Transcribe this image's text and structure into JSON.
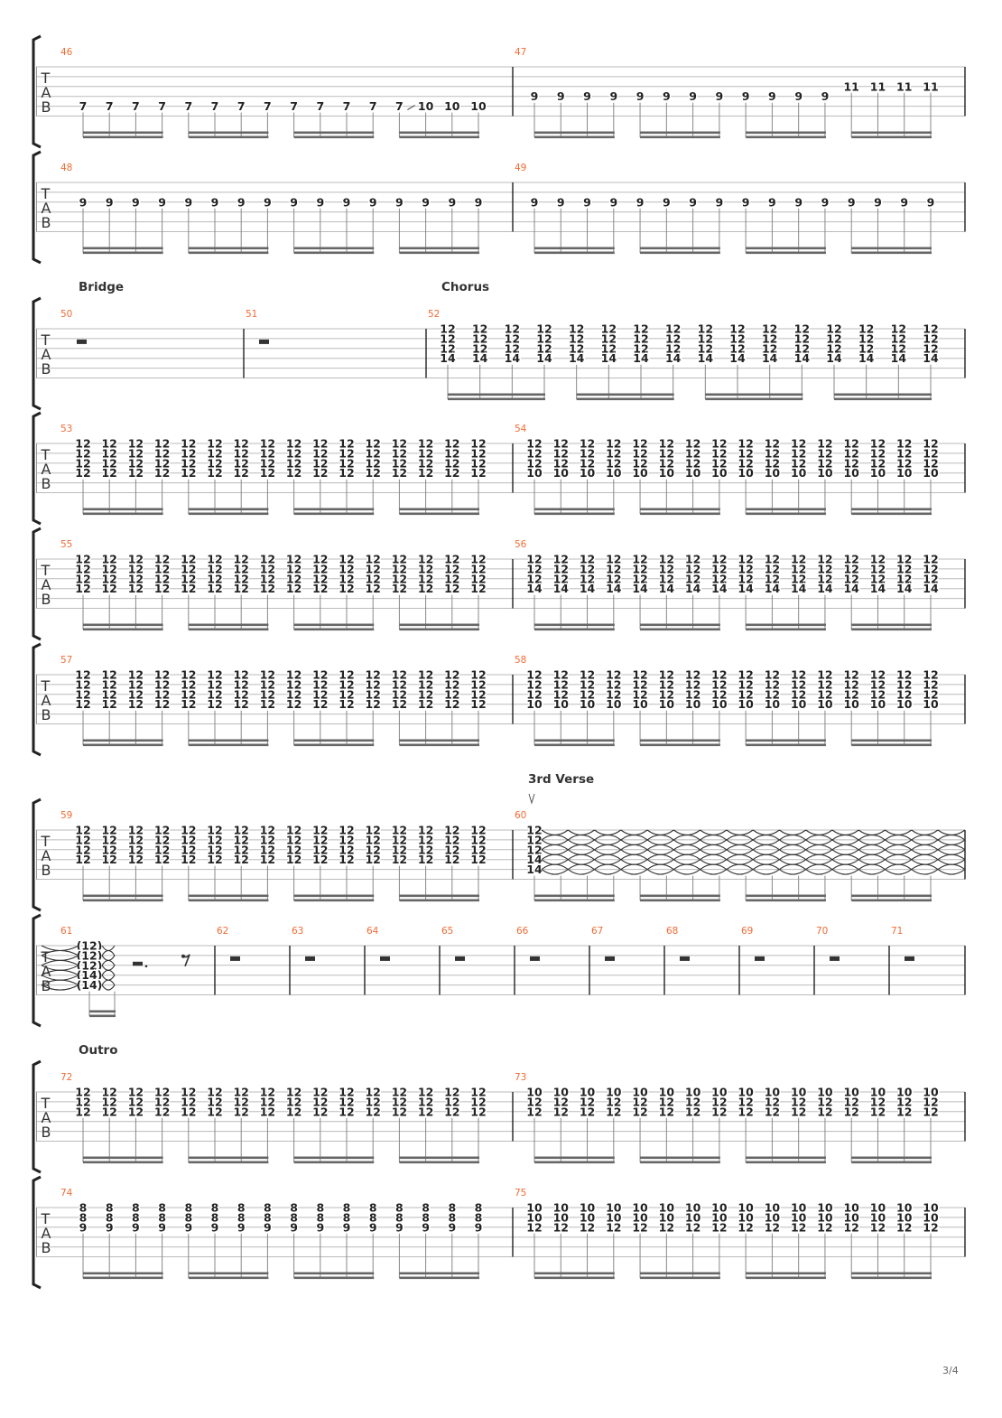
{
  "page": {
    "number": "3/4"
  },
  "colors": {
    "measure_number": "#f26b35",
    "notes": "#222222",
    "staff_lines": "#bbbbbb"
  },
  "clef": [
    "T",
    "A",
    "B"
  ],
  "measures": [
    {
      "number": "46",
      "sequence": [
        {
          "chord": [
            [
              5,
              "7"
            ]
          ],
          "count": 13
        },
        {
          "chord": [
            [
              5,
              "10"
            ]
          ],
          "count": 3,
          "slide_into_first": true
        }
      ]
    },
    {
      "number": "47",
      "sequence": [
        {
          "chord": [
            [
              4,
              "9"
            ]
          ],
          "count": 12
        },
        {
          "chord": [
            [
              3,
              "11"
            ]
          ],
          "count": 4
        }
      ]
    },
    {
      "number": "48",
      "sequence": [
        {
          "chord": [
            [
              3,
              "9"
            ]
          ],
          "count": 16
        }
      ]
    },
    {
      "number": "49",
      "sequence": [
        {
          "chord": [
            [
              3,
              "9"
            ]
          ],
          "count": 16
        }
      ]
    },
    {
      "number": "50",
      "section": "Bridge",
      "sequence": [
        {
          "rest": "whole"
        }
      ]
    },
    {
      "number": "51",
      "sequence": [
        {
          "rest": "whole"
        }
      ]
    },
    {
      "number": "52",
      "section": "Chorus",
      "sequence": [
        {
          "chord": [
            [
              1,
              "12"
            ],
            [
              2,
              "12"
            ],
            [
              3,
              "12"
            ],
            [
              4,
              "14"
            ]
          ],
          "count": 16
        }
      ]
    },
    {
      "number": "53",
      "sequence": [
        {
          "chord": [
            [
              1,
              "12"
            ],
            [
              2,
              "12"
            ],
            [
              3,
              "12"
            ],
            [
              4,
              "12"
            ]
          ],
          "count": 16
        }
      ]
    },
    {
      "number": "54",
      "sequence": [
        {
          "chord": [
            [
              1,
              "12"
            ],
            [
              2,
              "12"
            ],
            [
              3,
              "12"
            ],
            [
              4,
              "10"
            ]
          ],
          "count": 16
        }
      ]
    },
    {
      "number": "55",
      "sequence": [
        {
          "chord": [
            [
              1,
              "12"
            ],
            [
              2,
              "12"
            ],
            [
              3,
              "12"
            ],
            [
              4,
              "12"
            ]
          ],
          "count": 16
        }
      ]
    },
    {
      "number": "56",
      "sequence": [
        {
          "chord": [
            [
              1,
              "12"
            ],
            [
              2,
              "12"
            ],
            [
              3,
              "12"
            ],
            [
              4,
              "14"
            ]
          ],
          "count": 16
        }
      ]
    },
    {
      "number": "57",
      "sequence": [
        {
          "chord": [
            [
              1,
              "12"
            ],
            [
              2,
              "12"
            ],
            [
              3,
              "12"
            ],
            [
              4,
              "12"
            ]
          ],
          "count": 16
        }
      ]
    },
    {
      "number": "58",
      "sequence": [
        {
          "chord": [
            [
              1,
              "12"
            ],
            [
              2,
              "12"
            ],
            [
              3,
              "12"
            ],
            [
              4,
              "10"
            ]
          ],
          "count": 16
        }
      ]
    },
    {
      "number": "59",
      "sequence": [
        {
          "chord": [
            [
              1,
              "12"
            ],
            [
              2,
              "12"
            ],
            [
              3,
              "12"
            ],
            [
              4,
              "12"
            ]
          ],
          "count": 16
        }
      ]
    },
    {
      "number": "60",
      "section": "3rd Verse",
      "technique": "upstroke",
      "sequence": [
        {
          "chord": [
            [
              1,
              "12"
            ],
            [
              2,
              "12"
            ],
            [
              3,
              "12"
            ],
            [
              4,
              "14"
            ],
            [
              5,
              "14"
            ]
          ],
          "count": 1
        },
        {
          "tied": [
            1,
            2,
            3,
            4,
            5
          ],
          "count": 15
        }
      ]
    },
    {
      "number": "61",
      "sequence": [
        {
          "chord": [
            [
              1,
              "(12)"
            ],
            [
              2,
              "(12)"
            ],
            [
              3,
              "(12)"
            ],
            [
              4,
              "(14)"
            ],
            [
              5,
              "(14)"
            ]
          ],
          "count": 1,
          "tied_in": true
        },
        {
          "tied": [
            1,
            2,
            3,
            4,
            5
          ],
          "count": 1
        },
        {
          "rest": "dotted-half"
        },
        {
          "rest": "eighth"
        }
      ]
    },
    {
      "number": "62",
      "sequence": [
        {
          "rest": "whole"
        }
      ]
    },
    {
      "number": "63",
      "sequence": [
        {
          "rest": "whole"
        }
      ]
    },
    {
      "number": "64",
      "sequence": [
        {
          "rest": "whole"
        }
      ]
    },
    {
      "number": "65",
      "sequence": [
        {
          "rest": "whole"
        }
      ]
    },
    {
      "number": "66",
      "sequence": [
        {
          "rest": "whole"
        }
      ]
    },
    {
      "number": "67",
      "sequence": [
        {
          "rest": "whole"
        }
      ]
    },
    {
      "number": "68",
      "sequence": [
        {
          "rest": "whole"
        }
      ]
    },
    {
      "number": "69",
      "sequence": [
        {
          "rest": "whole"
        }
      ]
    },
    {
      "number": "70",
      "sequence": [
        {
          "rest": "whole"
        }
      ]
    },
    {
      "number": "71",
      "sequence": [
        {
          "rest": "whole"
        }
      ]
    },
    {
      "number": "72",
      "section": "Outro",
      "sequence": [
        {
          "chord": [
            [
              1,
              "12"
            ],
            [
              2,
              "12"
            ],
            [
              3,
              "12"
            ]
          ],
          "count": 16
        }
      ]
    },
    {
      "number": "73",
      "sequence": [
        {
          "chord": [
            [
              1,
              "10"
            ],
            [
              2,
              "12"
            ],
            [
              3,
              "12"
            ]
          ],
          "count": 16
        }
      ]
    },
    {
      "number": "74",
      "sequence": [
        {
          "chord": [
            [
              1,
              "8"
            ],
            [
              2,
              "8"
            ],
            [
              3,
              "9"
            ]
          ],
          "count": 16
        }
      ]
    },
    {
      "number": "75",
      "sequence": [
        {
          "chord": [
            [
              1,
              "10"
            ],
            [
              2,
              "10"
            ],
            [
              3,
              "12"
            ]
          ],
          "count": 16
        }
      ]
    }
  ]
}
